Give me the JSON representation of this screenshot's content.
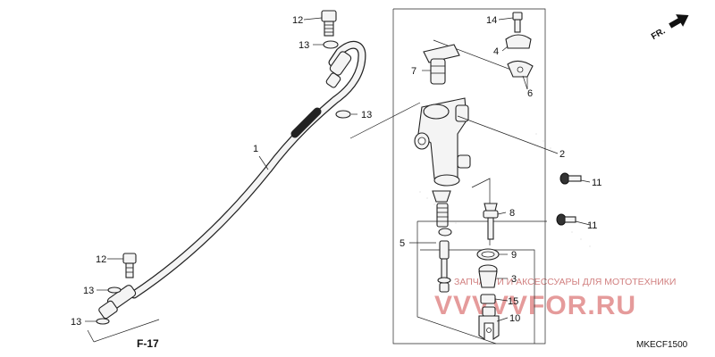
{
  "callouts": {
    "c1": "1",
    "c2": "2",
    "c3": "3",
    "c4": "4",
    "c5": "5",
    "c6": "6",
    "c7": "7",
    "c8": "8",
    "c9": "9",
    "c10": "10",
    "c11a": "11",
    "c11b": "11",
    "c12a": "12",
    "c12b": "12",
    "c13a": "13",
    "c13b": "13",
    "c13c": "13",
    "c13d": "13",
    "c14": "14",
    "c15": "15"
  },
  "reference": "F-17",
  "direction_label": "FR.",
  "diagram_code": "MKECF1500",
  "watermark": {
    "tagline": "ЗАПЧАСТИ И АКСЕССУАРЫ ДЛЯ МОТОТЕХНИКИ",
    "brand": "VVVVVFOR.RU"
  },
  "colors": {
    "line": "#222222",
    "watermark": "#d14a4a",
    "background": "#ffffff"
  }
}
